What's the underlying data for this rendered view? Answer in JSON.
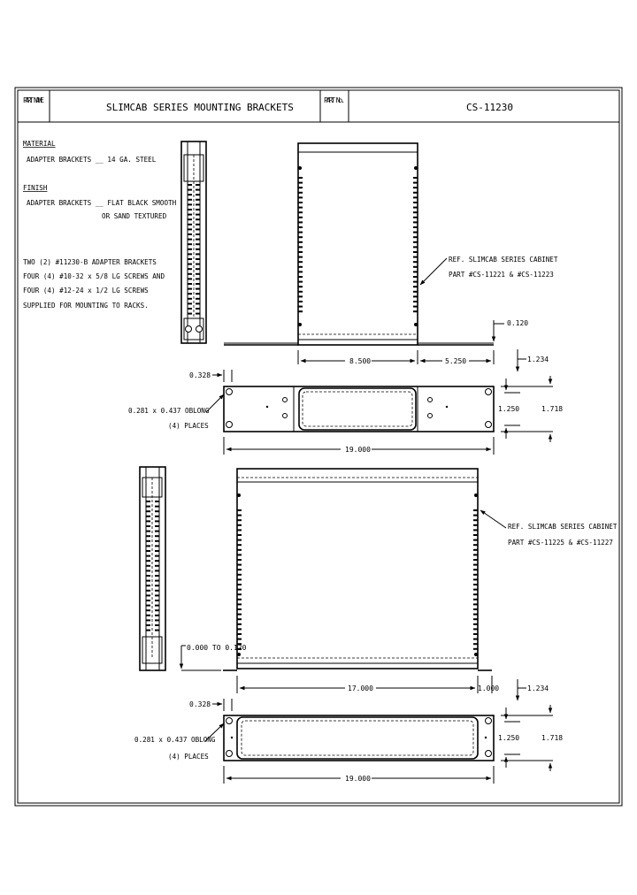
{
  "title_block": {
    "part_name_label": "PART NAME",
    "part_name": "SLIMCAB SERIES MOUNTING BRACKETS",
    "part_no_label": "PART No.",
    "part_no": "CS-11230"
  },
  "notes": {
    "material_heading": "MATERIAL",
    "material_line": "ADAPTER BRACKETS __ 14 GA. STEEL",
    "finish_heading": "FINISH",
    "finish_line1": "ADAPTER BRACKETS __ FLAT BLACK SMOOTH",
    "finish_line2": "OR SAND TEXTURED",
    "supply_line1": "TWO (2) #11230-B ADAPTER BRACKETS",
    "supply_line2": "FOUR (4) #10-32 x 5/8 LG SCREWS AND",
    "supply_line3": "FOUR (4) #12-24 x 1/2 LG SCREWS",
    "supply_line4": "SUPPLIED FOR MOUNTING TO RACKS."
  },
  "view_top": {
    "ref_line1": "REF. SLIMCAB SERIES CABINET",
    "ref_line2": "PART #CS-11221 & #CS-11223",
    "dim_thickness": "0.120",
    "dim_width": "8.500",
    "dim_bracket": "5.250",
    "dim_offset": "1.234",
    "dim_edge": "0.328",
    "slot_note_line1": "0.281 x 0.437 OBLONG",
    "slot_note_line2": "(4) PLACES",
    "dim_height_inner": "1.250",
    "dim_height_outer": "1.718",
    "dim_overall": "19.000"
  },
  "view_bottom": {
    "ref_line1": "REF. SLIMCAB SERIES CABINET",
    "ref_line2": "PART #CS-11225 & #CS-11227",
    "dim_thickness": "0.000 TO 0.120",
    "dim_width": "17.000",
    "dim_bracket": "1.000",
    "dim_offset": "1.234",
    "dim_edge": "0.328",
    "slot_note_line1": "0.281 x 0.437 OBLONG",
    "slot_note_line2": "(4) PLACES",
    "dim_height_inner": "1.250",
    "dim_height_outer": "1.718",
    "dim_overall": "19.000"
  }
}
